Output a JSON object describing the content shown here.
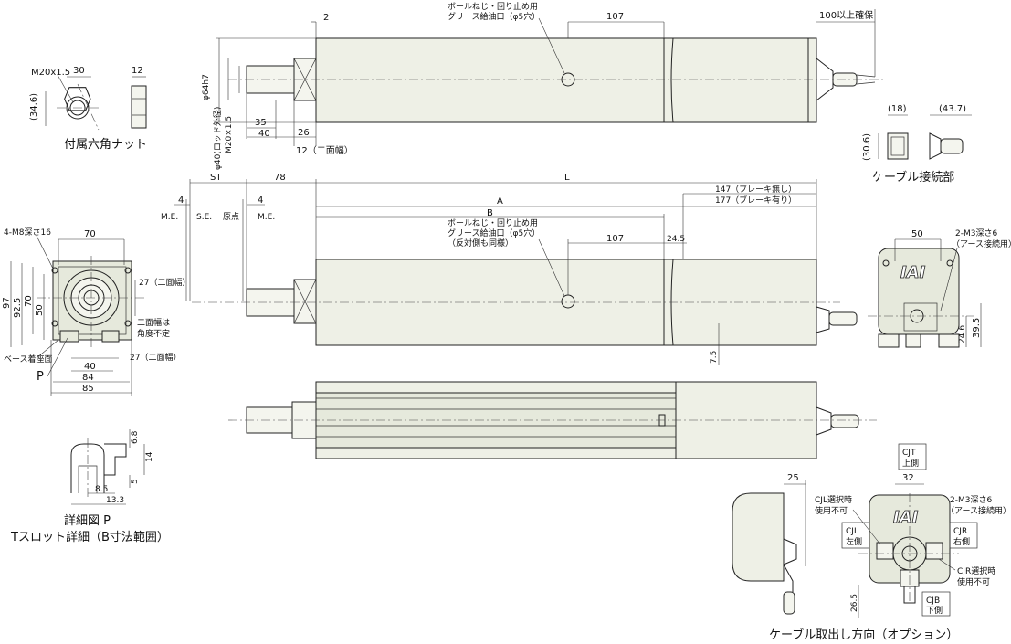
{
  "top_view": {
    "dim_2": "2",
    "note_grease": [
      "ボールねじ・回り止め用",
      "グリース給油口（φ5穴）"
    ],
    "dim_107": "107",
    "dim_cable": "100以上確保",
    "dim_phi64": "φ64h7",
    "dim_rod": "φ40(ロッド外径)",
    "dim_m20": "M20×1.5",
    "dim_35": "35",
    "dim_40": "40",
    "dim_26": "26",
    "dim_12": "12（二面幅）"
  },
  "nut_view": {
    "label_thread": "M20x1.5",
    "dim_30": "30",
    "dim_12": "12",
    "dim_34": "(34.6)",
    "caption": "付属六角ナット"
  },
  "cable_conn": {
    "dim_18": "(18)",
    "dim_43": "(43.7)",
    "dim_30": "(30.6)",
    "caption": "ケーブル接続部"
  },
  "side_view": {
    "dim_st": "ST",
    "dim_78": "78",
    "dim_L": "L",
    "dim_4a": "4",
    "dim_4b": "4",
    "label_me1": "M.E.",
    "label_se": "S.E.",
    "label_origin": "原点",
    "label_me2": "M.E.",
    "dim_147": "147（ブレーキ無し）",
    "dim_177": "177（ブレーキ有り）",
    "dim_A": "A",
    "dim_B": "B",
    "note_grease": [
      "ボールねじ・回り止め用",
      "グリース給油口（φ5穴）",
      "（反対側も同様）"
    ],
    "dim_107": "107",
    "dim_245": "24.5",
    "dim_75": "7.5"
  },
  "front_view": {
    "label_taps": "4-M8深さ16",
    "dim_70": "70",
    "dim_97": "97",
    "dim_925": "92.5",
    "dim_70v": "70",
    "dim_50": "50",
    "dim_27a": "27（二面幅）",
    "note_flats": [
      "二面幅は",
      "角度不定"
    ],
    "label_base": "ベース着座面",
    "label_p": "P",
    "dim_27b": "27（二面幅）",
    "dim_40": "40",
    "dim_84": "84",
    "dim_85": "85"
  },
  "end_view": {
    "dim_50": "50",
    "label_taps": "2-M3深さ6",
    "label_earth": "（アース接続用）",
    "logo": "IAI",
    "dim_246": "24.6",
    "dim_395": "39.5"
  },
  "detail_p": {
    "dim_68": "6.8",
    "dim_14": "14",
    "dim_5": "5",
    "dim_85": "8.5",
    "dim_133": "13.3",
    "caption1": "詳細図 P",
    "caption2": "Tスロット詳細（B寸法範囲）"
  },
  "cable_dir": {
    "dim_25": "25",
    "dim_32": "32",
    "dim_265": "26.5",
    "cjt": [
      "CJT",
      "上側"
    ],
    "cjl": [
      "CJL",
      "左側"
    ],
    "cjr": [
      "CJR",
      "右側"
    ],
    "cjb": [
      "CJB",
      "下側"
    ],
    "note_cjl": [
      "CJL選択時",
      "使用不可"
    ],
    "note_cjr": [
      "CJR選択時",
      "使用不可"
    ],
    "label_taps": "2-M3深さ6",
    "label_earth": "（アース接続用）",
    "logo": "IAI",
    "caption": "ケーブル取出し方向（オプション）"
  }
}
